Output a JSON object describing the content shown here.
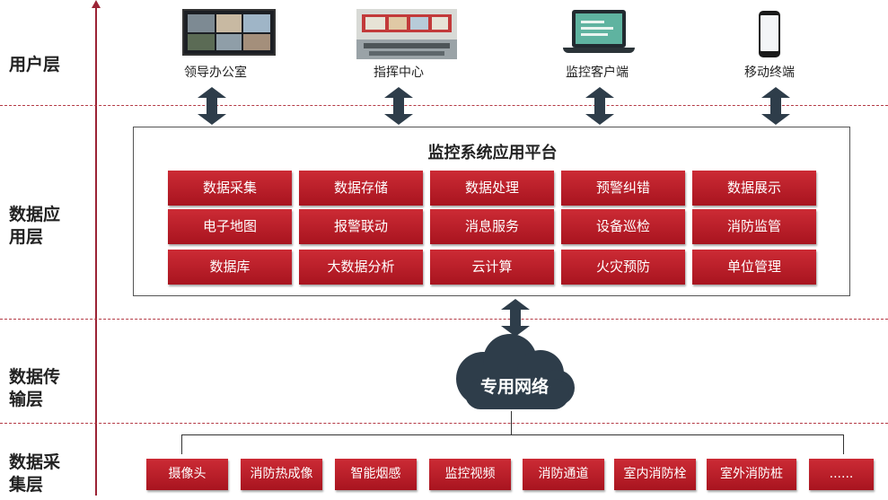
{
  "layers": {
    "user": "用户层",
    "app": "数据应\n用层",
    "transfer": "数据传\n输层",
    "collect": "数据采\n集层"
  },
  "user_items": [
    {
      "caption": "领导办公室",
      "icon": "video-wall-image"
    },
    {
      "caption": "指挥中心",
      "icon": "command-center-image"
    },
    {
      "caption": "监控客户端",
      "icon": "laptop-icon"
    },
    {
      "caption": "移动终端",
      "icon": "mobile-phone-icon"
    }
  ],
  "platform": {
    "title": "监控系统应用平台",
    "modules": [
      [
        "数据采集",
        "数据存储",
        "数据处理",
        "预警纠错",
        "数据展示"
      ],
      [
        "电子地图",
        "报警联动",
        "消息服务",
        "设备巡检",
        "消防监管"
      ],
      [
        "数据库",
        "大数据分析",
        "云计算",
        "火灾预防",
        "单位管理"
      ]
    ]
  },
  "network": {
    "label": "专用网络",
    "icon": "cloud-icon"
  },
  "devices": [
    "摄像头",
    "消防热成像",
    "智能烟感",
    "监控视频",
    "消防通道",
    "室内消防栓",
    "室外消防桩",
    "......"
  ],
  "colors": {
    "accent_red": "#b5172a",
    "dark_slate": "#2e3d4a",
    "axis": "#9b2335"
  }
}
